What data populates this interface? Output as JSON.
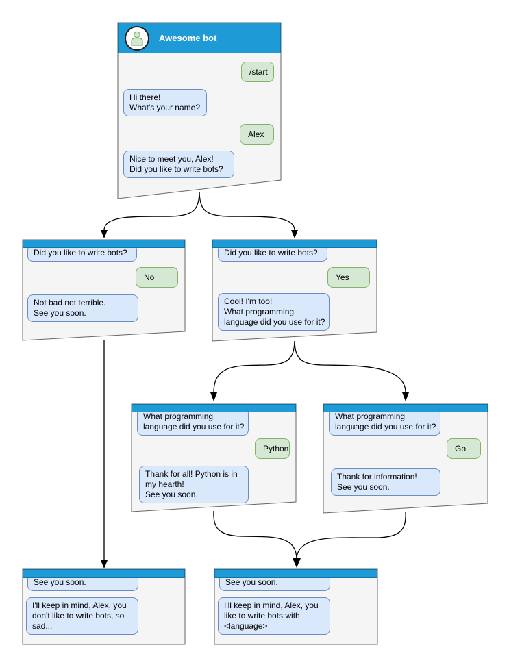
{
  "windows": {
    "start": {
      "title": "Awesome bot",
      "m1": "/start",
      "m2": "Hi there!\nWhat's your name?",
      "m3": "Alex",
      "m4": "Nice to meet you, Alex!\nDid you like to write bots?"
    },
    "no": {
      "m1": "Did you like to write bots?",
      "m2": "No",
      "m3": "Not bad not terrible.\nSee you soon."
    },
    "yes": {
      "m1": "Did you like to write bots?",
      "m2": "Yes",
      "m3": "Cool! I'm too!\nWhat programming\nlanguage did you use for it?"
    },
    "python": {
      "m1": "What programming\nlanguage did you use for it?",
      "m2": "Python",
      "m3": "Thank for all! Python is in\nmy hearth!\nSee you soon."
    },
    "go": {
      "m1": "What programming\nlanguage did you use for it?",
      "m2": "Go",
      "m3": "Thank for information!\nSee you soon."
    },
    "end_no": {
      "m1": "See you soon.",
      "m2": "I'll keep in mind, Alex, you\ndon't like to write bots, so\nsad..."
    },
    "end_yes": {
      "m1": "See you soon.",
      "m2": "I'll keep in mind, Alex, you\nlike to write bots with\n<language>"
    }
  },
  "icons": {
    "avatar": "person-icon"
  },
  "colors": {
    "header_blue": "#1e9bd7",
    "header_border": "#0f74a8",
    "bot_bubble_fill": "#dae8fc",
    "bot_bubble_border": "#6c8ebf",
    "user_bubble_fill": "#d5e8d4",
    "user_bubble_border": "#82b366",
    "window_fill": "#f5f5f5",
    "window_border": "#666666",
    "connector": "#000000",
    "title_text": "#ffffff"
  }
}
